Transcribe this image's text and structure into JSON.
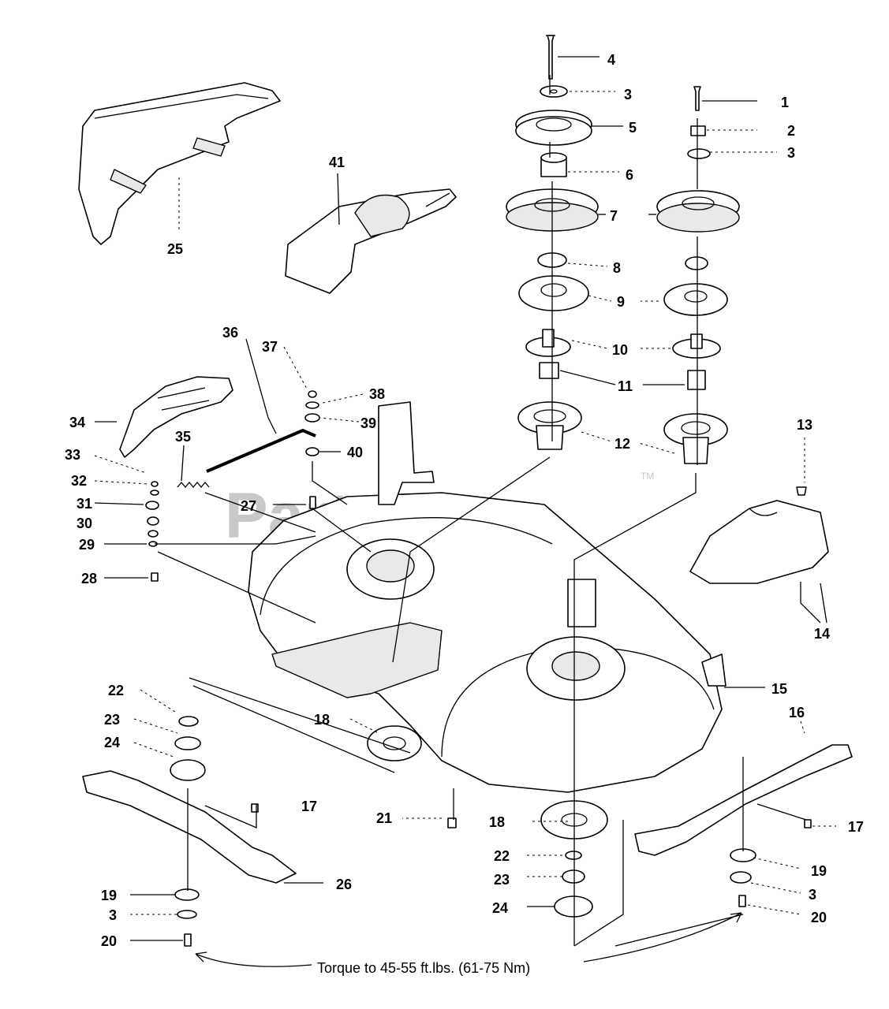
{
  "watermark": {
    "text": "PartsTree",
    "tm": "TM"
  },
  "note": "Torque to 45-55 ft.lbs. (61-75 Nm)",
  "labels": {
    "l1": "1",
    "l2": "2",
    "l3a": "3",
    "l3b": "3",
    "l3c": "3",
    "l3d": "3",
    "l4": "4",
    "l5": "5",
    "l6": "6",
    "l7": "7",
    "l8": "8",
    "l9": "9",
    "l10": "10",
    "l11": "11",
    "l12": "12",
    "l13": "13",
    "l14": "14",
    "l15": "15",
    "l16": "16",
    "l17a": "17",
    "l17b": "17",
    "l18a": "18",
    "l18b": "18",
    "l19a": "19",
    "l19b": "19",
    "l20a": "20",
    "l20b": "20",
    "l21": "21",
    "l22a": "22",
    "l22b": "22",
    "l23a": "23",
    "l23b": "23",
    "l24a": "24",
    "l24b": "24",
    "l25": "25",
    "l26": "26",
    "l27": "27",
    "l28": "28",
    "l29": "29",
    "l30": "30",
    "l31": "31",
    "l32": "32",
    "l33": "33",
    "l34": "34",
    "l35": "35",
    "l36": "36",
    "l37": "37",
    "l38": "38",
    "l39": "39",
    "l40": "40",
    "l41": "41"
  }
}
